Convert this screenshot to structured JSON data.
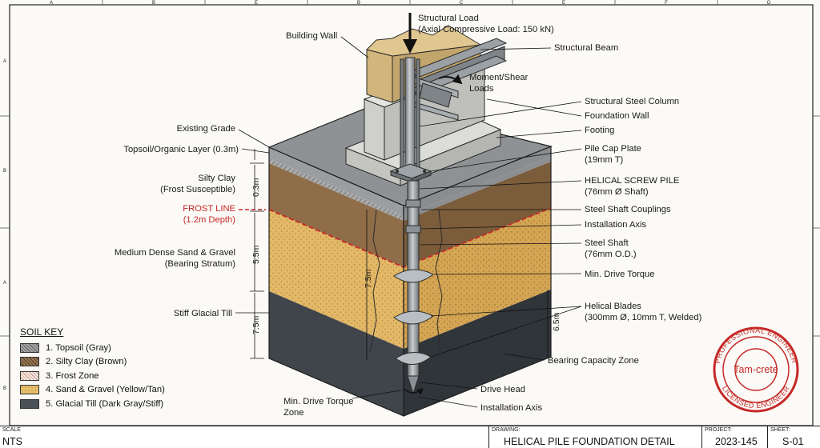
{
  "grid": {
    "columns": [
      "A",
      "B",
      "E",
      "B",
      "C",
      "E",
      "F",
      "G"
    ],
    "rows": [
      "A",
      "B",
      "A",
      "B"
    ]
  },
  "labels": {
    "structural_load": "Structural Load",
    "axial_load": "(Axial Compressive Load: 150 kN)",
    "building_wall": "Building Wall",
    "structural_beam": "Structural Beam",
    "moment_shear": "Moment/Shear",
    "loads": "Loads",
    "structural_steel_column": "Structural Steel Column",
    "foundation_wall": "Foundation Wall",
    "footing": "Footing",
    "pile_cap_plate": "Pile Cap Plate",
    "pile_cap_thickness": "(19mm T)",
    "helical_screw_pile": "HELICAL SCREW PILE",
    "shaft_76": "(76mm Ø Shaft)",
    "steel_shaft_couplings": "Steel Shaft Couplings",
    "installation_axis_upper": "Installation Axis",
    "steel_shaft": "Steel Shaft",
    "shaft_od": "(76mm O.D.)",
    "min_drive_torque_right": "Min. Drive Torque",
    "helical_blades": "Helical Blades",
    "blade_spec": "(300mm Ø, 10mm T, Welded)",
    "bearing_capacity_zone": "Bearing Capacity Zone",
    "drive_head": "Drive Head",
    "installation_axis_lower": "Installation Axis",
    "min_drive_torque_zone_1": "Min. Drive Torque",
    "min_drive_torque_zone_2": "Zone",
    "existing_grade": "Existing Grade",
    "topsoil_layer": "Topsoil/Organic Layer (0.3m)",
    "silty_clay": "Silty Clay",
    "frost_susceptible": "(Frost Susceptible)",
    "frost_line": "FROST LINE",
    "frost_depth": "(1.2m Depth)",
    "sand_gravel": "Medium Dense Sand & Gravel",
    "bearing_stratum": "(Bearing Stratum)",
    "stiff_glacial_till": "Stiff Glacial Till"
  },
  "dimensions": {
    "silty_clay_depth": "0.3m",
    "sand_depth": "5.5m",
    "till_depth": "7.5m",
    "pile_length": "7.5m",
    "till_right_depth": "6.5m"
  },
  "soil_key": {
    "title": "SOIL KEY",
    "items": [
      {
        "label": "1. Topsoil (Gray)",
        "color": "#a9a9a9",
        "pattern": "hatch-dark"
      },
      {
        "label": "2. Silty Clay (Brown)",
        "color": "#9a7a55",
        "pattern": "hatch-dark"
      },
      {
        "label": "3. Frost Zone",
        "color": "#f4efe8",
        "pattern": "hatch-red"
      },
      {
        "label": "4. Sand & Gravel (Yellow/Tan)",
        "color": "#e8c06a",
        "pattern": "dots"
      },
      {
        "label": "5. Glacial Till (Dark Gray/Stiff)",
        "color": "#4a5156",
        "pattern": "solid"
      }
    ]
  },
  "stamp": {
    "top_text": "PROFESSIONAL ENGINEER",
    "bottom_text": "LICENSED ENGINEER",
    "center": "Tam-crete"
  },
  "title_block": {
    "scale_label": "SCALE",
    "scale": "NTS",
    "drawing_label": "DRAWING:",
    "drawing": "HELICAL PILE FOUNDATION DETAIL",
    "project_label": "PROJECT:",
    "project": "2023-145",
    "sheet_label": "SHEET:",
    "sheet": "S-01"
  },
  "colors": {
    "topsoil": "#9b9ea0",
    "silty_clay": "#8f6d48",
    "sand": "#e3b866",
    "till": "#3f454a",
    "concrete": "#d3d3cf",
    "steel": "#8d9296",
    "frost": "#c62828",
    "stamp": "#c62828"
  }
}
